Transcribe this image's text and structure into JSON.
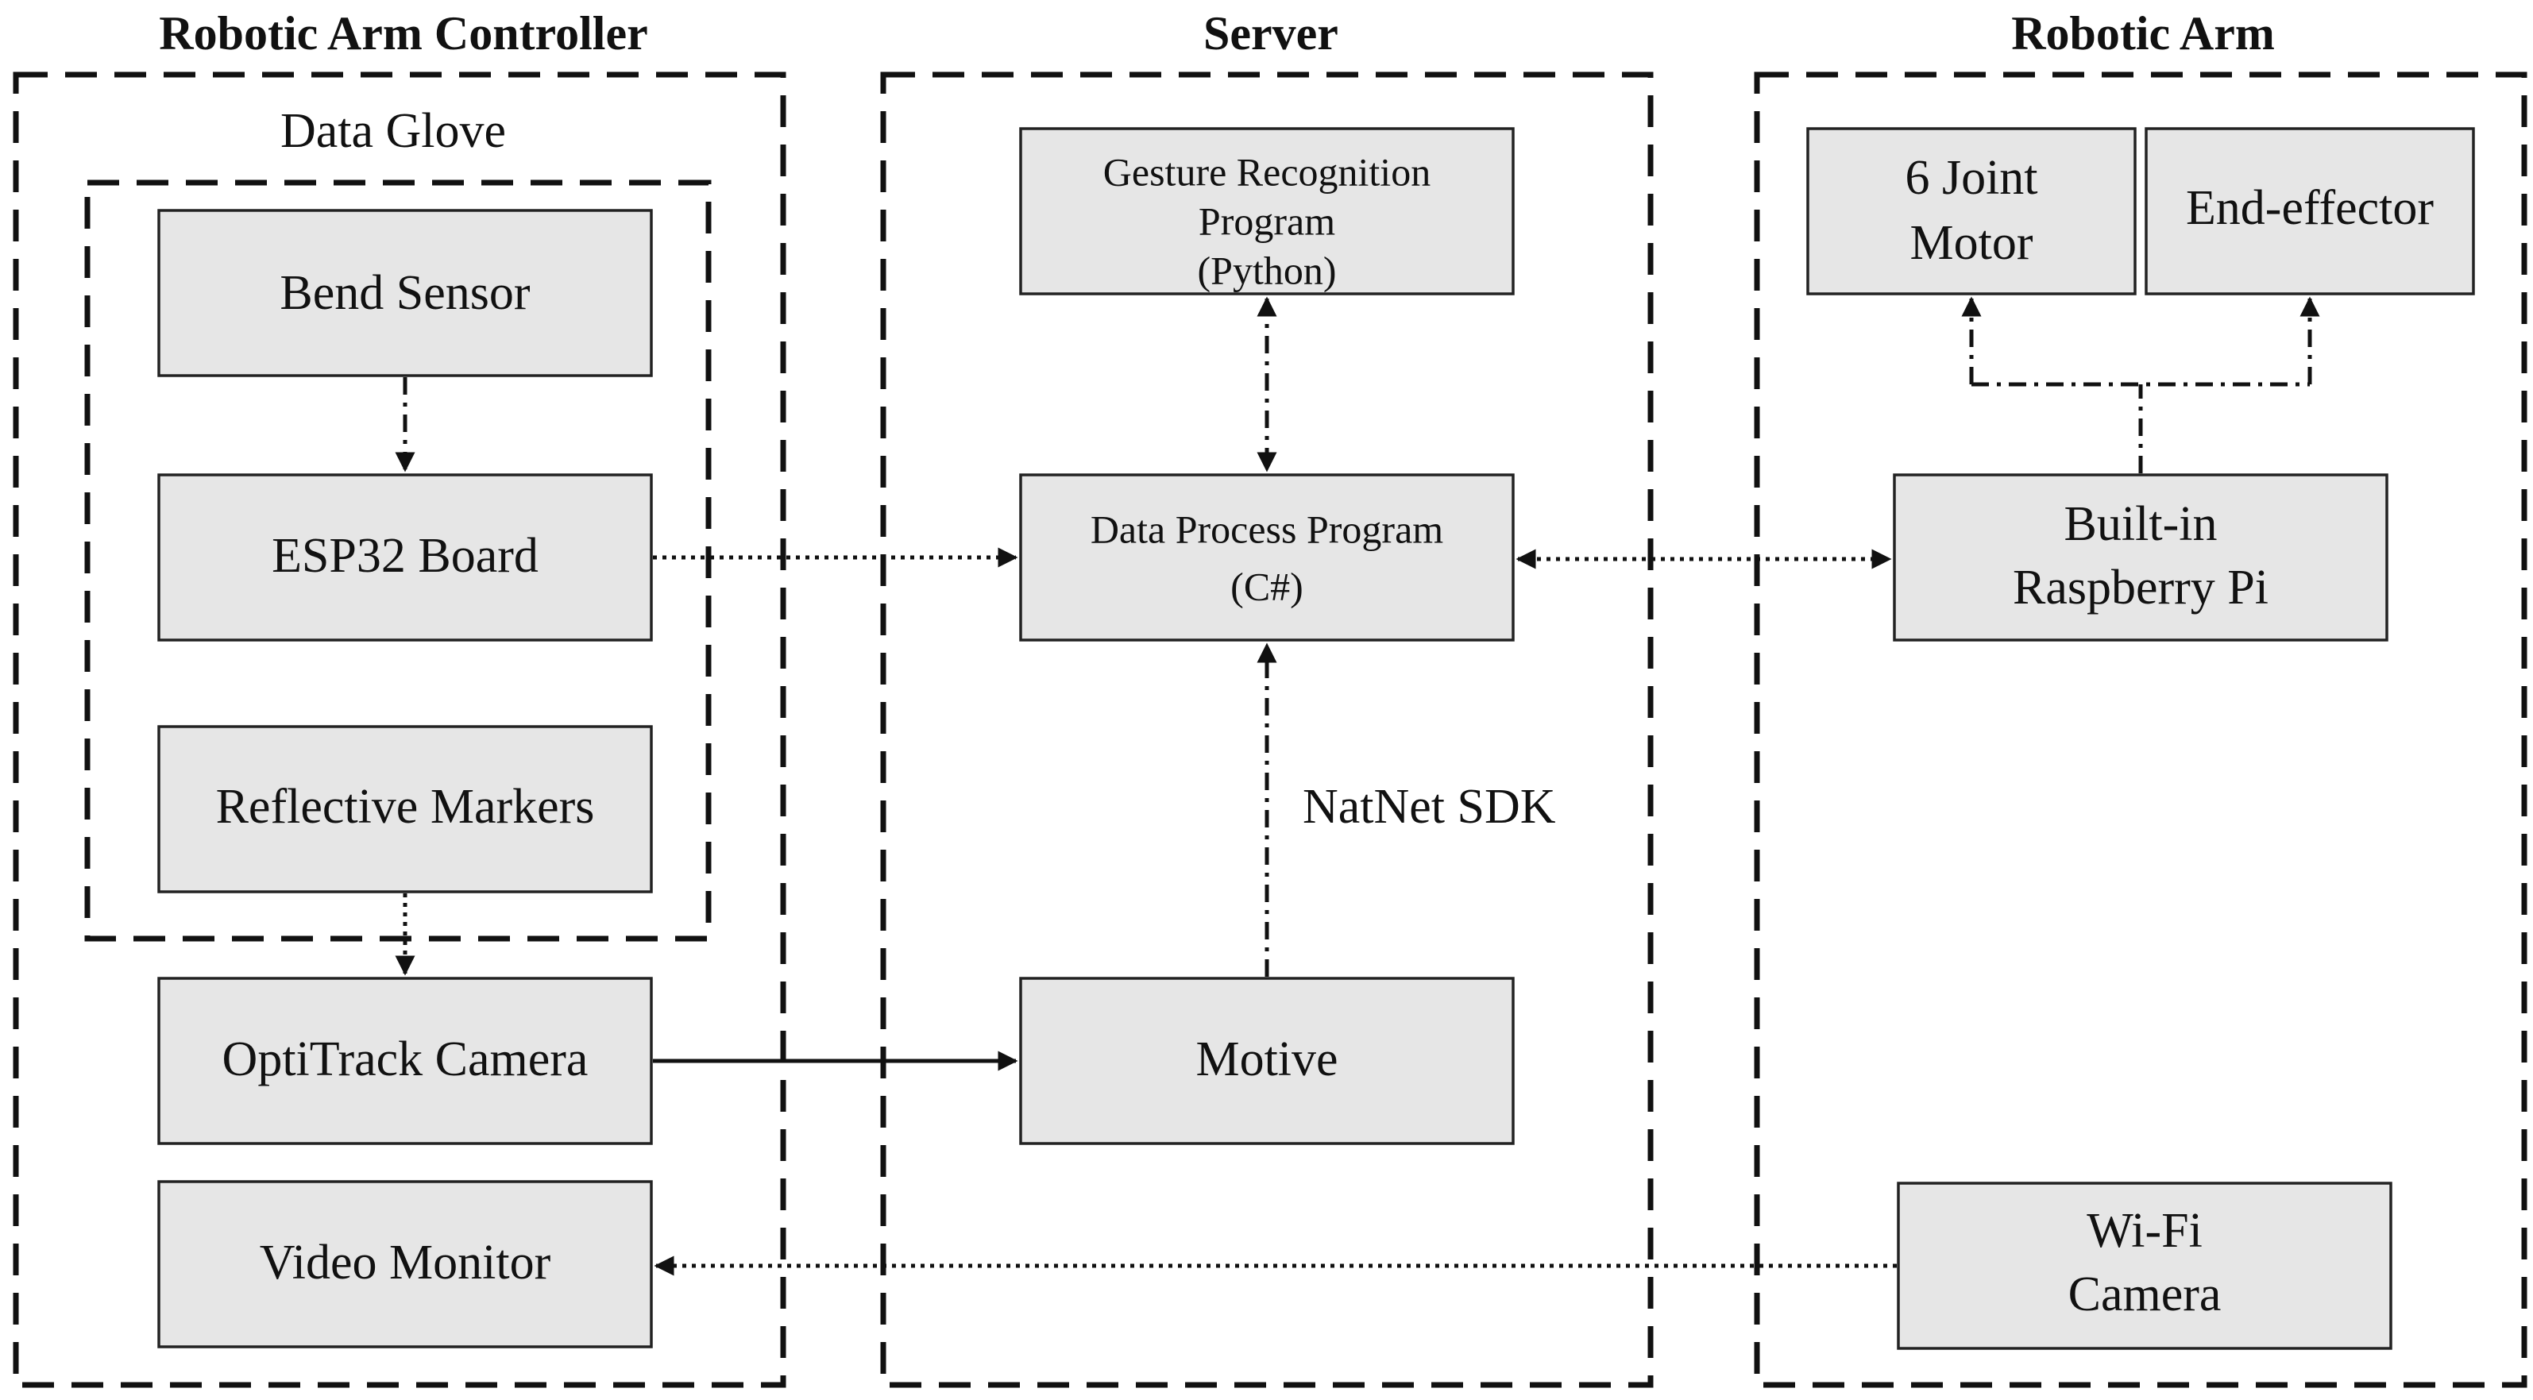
{
  "titles": {
    "controller": "Robotic Arm Controller",
    "server": "Server",
    "arm": "Robotic Arm"
  },
  "glove_label": "Data Glove",
  "boxes": {
    "bend_sensor": [
      "Bend Sensor"
    ],
    "esp32": [
      "ESP32 Board"
    ],
    "markers": [
      "Reflective Markers"
    ],
    "optitrack": [
      "OptiTrack Camera"
    ],
    "video_monitor": [
      "Video Monitor"
    ],
    "gesture": [
      "Gesture Recognition",
      "Program",
      "(Python)"
    ],
    "data_process": [
      "Data Process Program",
      "(C#)"
    ],
    "motive": [
      "Motive"
    ],
    "joint_motor": [
      "6 Joint",
      "Motor"
    ],
    "end_effector": [
      "End-effector"
    ],
    "raspberry": [
      "Built-in",
      "Raspberry Pi"
    ],
    "wifi_camera": [
      "Wi-Fi",
      "Camera"
    ]
  },
  "annotations": {
    "natnet": "NatNet SDK"
  }
}
